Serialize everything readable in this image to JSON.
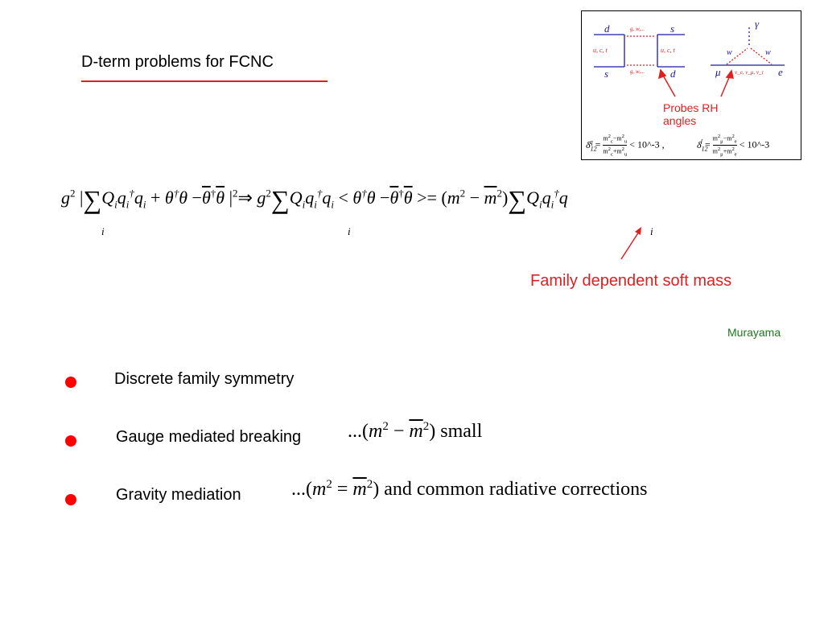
{
  "slide": {
    "title": "D-term problems for FCNC",
    "family_label": "Family dependent soft mass",
    "author": "Murayama",
    "inset": {
      "box_label_top": "g, w,...",
      "box_label_bottom": "g, w,...",
      "left_mid": "u, c, t",
      "right_mid": "u, c, t",
      "d_top": "d",
      "s_top": "s",
      "s_bottom": "s",
      "d_bottom": "d",
      "gamma": "γ",
      "w_left": "w",
      "w_right": "w",
      "mu": "μ",
      "e": "e",
      "nu_label": "ν_e, ν_μ, ν_τ",
      "probes_label": "Probes RH angles",
      "delta_q_label": "δ^q_12",
      "delta_l_label": "δ^l_12",
      "bound_q": "< 10^-3 ,",
      "bound_l": "< 10^-3"
    },
    "bullets": [
      {
        "text": "Discrete family symmetry",
        "math": ""
      },
      {
        "text": "Gauge mediated breaking",
        "math": "small"
      },
      {
        "text": "Gravity mediation",
        "math": "and common radiative corrections"
      }
    ]
  },
  "colors": {
    "accent_red": "#e02020",
    "bullet_red": "#ff0000",
    "author_green": "#1a7a1a",
    "diagram_blue": "#1a1aa0"
  }
}
